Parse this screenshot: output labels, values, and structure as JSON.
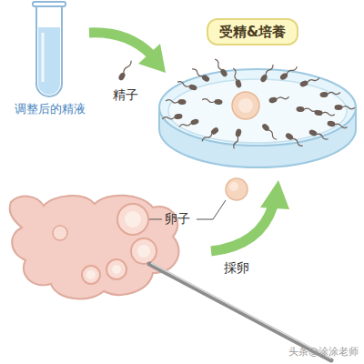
{
  "diagram": {
    "nodes": [
      {
        "text": [
          "受精&培養"
        ]
      }
    ],
    "labels": [
      "调整后的精液",
      "精子",
      "卵子",
      "採卵",
      "头条@涂涂老师"
    ]
  }
}
